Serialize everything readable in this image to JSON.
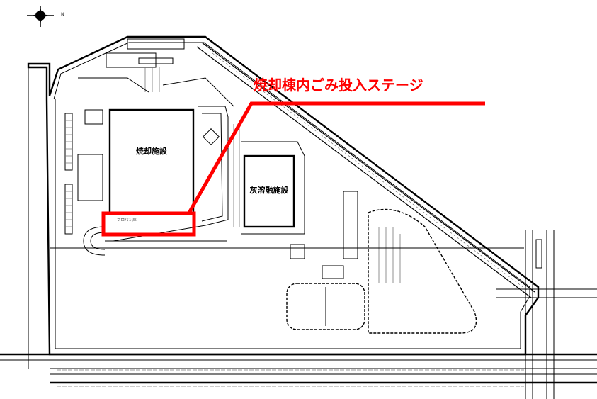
{
  "callout": {
    "text": "焼却棟内ごみ投入ステージ",
    "color": "#ff0000"
  },
  "buildings": {
    "incineration": "焼却施設",
    "ash_melting": "灰溶融施設"
  },
  "small_labels": {
    "propane": "プロパン庫",
    "north": "N"
  },
  "icons": {
    "compass": "compass-rose-icon"
  }
}
